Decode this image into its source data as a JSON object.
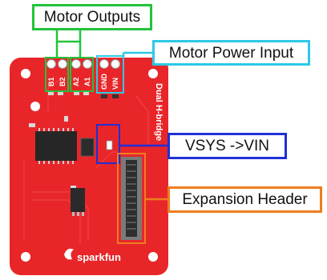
{
  "callouts": {
    "motor_outputs": {
      "label": "Motor Outputs",
      "color": "#22c33a"
    },
    "motor_power_input": {
      "label": "Motor Power Input",
      "color": "#2ec8e6"
    },
    "vsys_vin": {
      "label": "VSYS ->VIN",
      "color": "#1f2fd6"
    },
    "expansion_header": {
      "label": "Expansion Header",
      "color": "#ef7d1e"
    }
  },
  "board": {
    "pin_labels": [
      "B1",
      "B2",
      "A2",
      "A1",
      "GND",
      "VIN"
    ],
    "side_text": "Dual H-bridge",
    "brand": "sparkfun",
    "color": "#e8262a"
  }
}
